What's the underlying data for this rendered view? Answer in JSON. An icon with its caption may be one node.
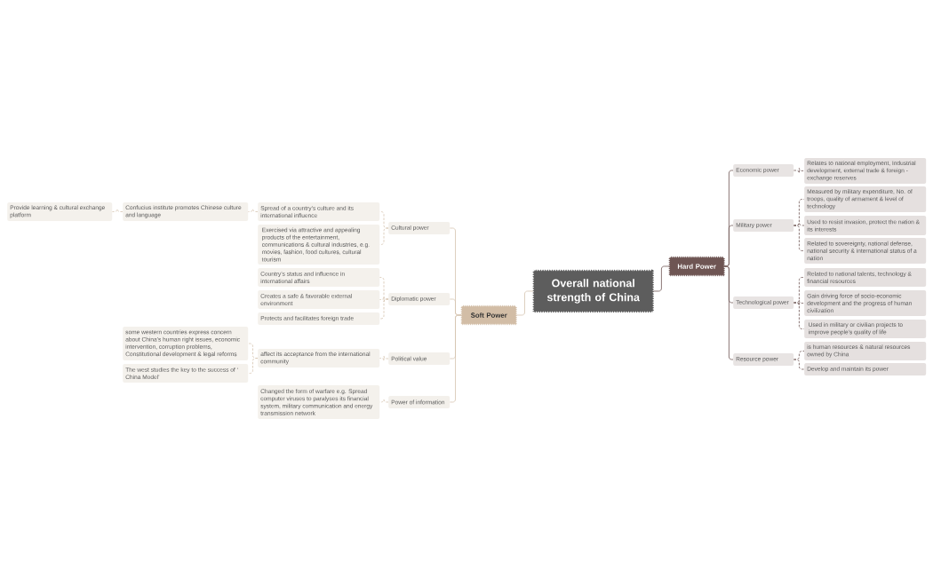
{
  "diagram": {
    "nodes": [
      {
        "text": [
          "Overall national strength of China"
        ]
      },
      {
        "text": [
          "Hard Power"
        ]
      },
      {
        "text": [
          "Economic power"
        ]
      },
      {
        "text": [
          "Relates to national employment, Industrial development, external trade & foreign - exchange reserves"
        ]
      },
      {
        "text": [
          "Military power"
        ]
      },
      {
        "text": [
          "Measured by military expenditure, No. of troops, quality of armament & level of technology"
        ]
      },
      {
        "text": [
          "Used to resist invasion, protect the nation & its interests"
        ]
      },
      {
        "text": [
          "Related to sovereignty, national defense, national security & international status of a nation"
        ]
      },
      {
        "text": [
          "Technological power"
        ]
      },
      {
        "text": [
          "Related to national talents, technology & financial resources"
        ]
      },
      {
        "text": [
          "Gain driving force of socio-economic development and the progress of human civilization"
        ]
      },
      {
        "text": [
          "Used in military or civilian projects to improve people’s quality of life"
        ]
      },
      {
        "text": [
          "Resource power"
        ]
      },
      {
        "text": [
          "is human resources & natural resources owned by China"
        ]
      },
      {
        "text": [
          "Develop and maintain its power"
        ]
      },
      {
        "text": [
          "Soft Power"
        ]
      },
      {
        "text": [
          "Cultural power"
        ]
      },
      {
        "text": [
          "Spread of a country’s culture and its international influence"
        ]
      },
      {
        "text": [
          "Exercised via attractive and appealing products of the entertainment, communications & cultural industries, e.g. movies, fashion, food cultures, cultural tourism"
        ]
      },
      {
        "text": [
          "Confucius institute promotes Chinese culture and language"
        ]
      },
      {
        "text": [
          "Provide learning & cultural exchange platform"
        ]
      },
      {
        "text": [
          "Diplomatic power"
        ]
      },
      {
        "text": [
          "Country’s status and influence in international affairs"
        ]
      },
      {
        "text": [
          "Creates a safe & favorable external environment"
        ]
      },
      {
        "text": [
          "Protects and facilitates foreign trade"
        ]
      },
      {
        "text": [
          "Political value"
        ]
      },
      {
        "text": [
          "affect its acceptance from the international community"
        ]
      },
      {
        "text": [
          "some western countries express concern about China’s human right issues, economic intervention, corruption problems, Constitutional development & legal reforms"
        ]
      },
      {
        "text": [
          "The west studies the key to the success of ‘ China Model’"
        ]
      },
      {
        "text": [
          "Power of information"
        ]
      },
      {
        "text": [
          "Changed the form of warfare e.g. Spread computer viruses to paralyses its financial system, military communication and energy transmission network"
        ]
      }
    ],
    "edges": [
      {
        "from": 0,
        "to": 1,
        "arrow": "none",
        "color": "#6e5553"
      },
      {
        "from": 0,
        "to": 15,
        "arrow": "none"
      },
      {
        "from": 1,
        "to": 2,
        "arrow": "none",
        "color": "#6e5553"
      },
      {
        "from": 1,
        "to": 4,
        "arrow": "none",
        "color": "#6e5553"
      },
      {
        "from": 1,
        "to": 8,
        "arrow": "none",
        "color": "#6e5553"
      },
      {
        "from": 1,
        "to": 12,
        "arrow": "none",
        "color": "#6e5553"
      },
      {
        "from": 2,
        "to": 3,
        "arrow": "none",
        "style": "dashed",
        "color": "#6e5553"
      },
      {
        "from": 4,
        "to": 5,
        "arrow": "none",
        "style": "dashed",
        "color": "#6e5553"
      },
      {
        "from": 4,
        "to": 6,
        "arrow": "none",
        "style": "dashed",
        "color": "#6e5553"
      },
      {
        "from": 4,
        "to": 7,
        "arrow": "none",
        "style": "dashed",
        "color": "#6e5553"
      },
      {
        "from": 8,
        "to": 9,
        "arrow": "none",
        "style": "dashed",
        "color": "#6e5553"
      },
      {
        "from": 8,
        "to": 10,
        "arrow": "none",
        "style": "dashed",
        "color": "#6e5553"
      },
      {
        "from": 8,
        "to": 11,
        "arrow": "none",
        "style": "dashed",
        "color": "#6e5553"
      },
      {
        "from": 12,
        "to": 13,
        "arrow": "none",
        "style": "dashed",
        "color": "#6e5553"
      },
      {
        "from": 12,
        "to": 14,
        "arrow": "none",
        "style": "dashed",
        "color": "#6e5553"
      },
      {
        "from": 15,
        "to": 16,
        "arrow": "none"
      },
      {
        "from": 15,
        "to": 21,
        "arrow": "none"
      },
      {
        "from": 15,
        "to": 25,
        "arrow": "none"
      },
      {
        "from": 15,
        "to": 29,
        "arrow": "none"
      },
      {
        "from": 16,
        "to": 17,
        "arrow": "none",
        "style": "dashed"
      },
      {
        "from": 16,
        "to": 18,
        "arrow": "none",
        "style": "dashed"
      },
      {
        "from": 17,
        "to": 19,
        "arrow": "none",
        "style": "dashed"
      },
      {
        "from": 19,
        "to": 20,
        "arrow": "none",
        "style": "dashed"
      },
      {
        "from": 21,
        "to": 22,
        "arrow": "none",
        "style": "dashed"
      },
      {
        "from": 21,
        "to": 23,
        "arrow": "none",
        "style": "dashed"
      },
      {
        "from": 21,
        "to": 24,
        "arrow": "none",
        "style": "dashed"
      },
      {
        "from": 25,
        "to": 26,
        "arrow": "none",
        "style": "dashed"
      },
      {
        "from": 26,
        "to": 27,
        "arrow": "none",
        "style": "dashed"
      },
      {
        "from": 26,
        "to": 28,
        "arrow": "none",
        "style": "dashed"
      },
      {
        "from": 29,
        "to": 30,
        "arrow": "none",
        "style": "dashed"
      }
    ]
  }
}
